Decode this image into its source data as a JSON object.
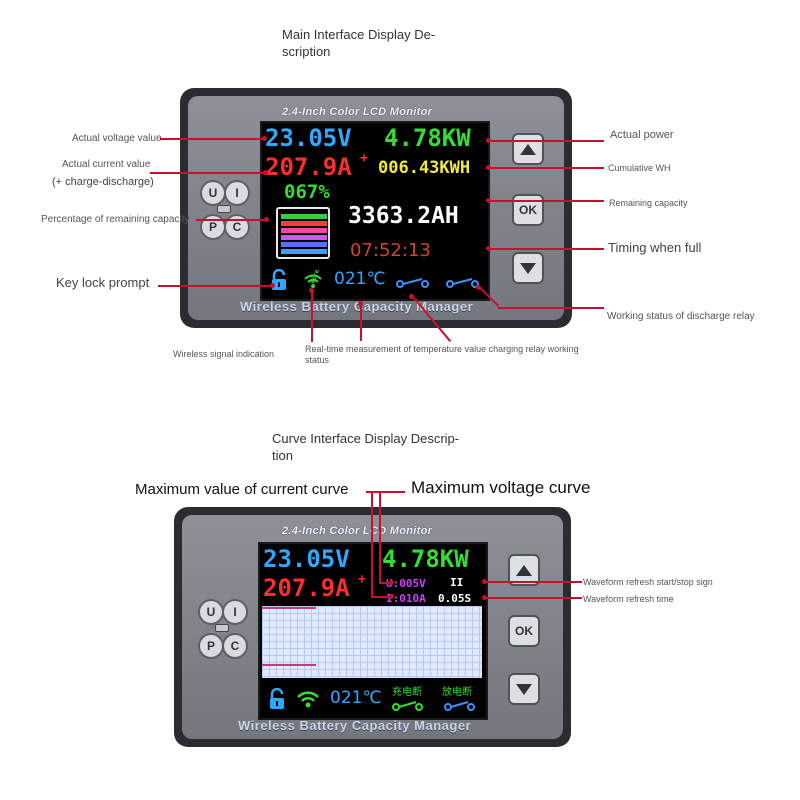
{
  "section1": {
    "title": "Main Interface Display Description",
    "title_line1": "Main Interface Display De-",
    "title_line2": "scription",
    "device": {
      "top_label": "2.4-Inch Color LCD Monitor",
      "bottom_label": "Wireless Battery Capacity Manager",
      "keys": [
        "U",
        "I",
        "P",
        "C"
      ],
      "buttons": {
        "ok": "OK"
      }
    },
    "screen": {
      "voltage": "23.05V",
      "power": "4.78KW",
      "current": "207.9A",
      "current_sign": "+",
      "energy": "006.43KWH",
      "percent": "067%",
      "capacity": "3363.2AH",
      "timer": "07:52:13",
      "temperature": "021℃",
      "wireless_text": "Wire"
    },
    "labels": {
      "actual_voltage": "Actual voltage value",
      "actual_current": "Actual current value",
      "charge_discharge": "(+ charge-discharge)",
      "percent_remaining": "Percentage of remaining capacity",
      "key_lock": "Key lock prompt",
      "actual_power": "Actual power",
      "cumulative_wh": "Cumulative WH",
      "remaining_capacity": "Remaining capacity",
      "timing_full": "Timing when full",
      "discharge_relay": "Working status of discharge relay",
      "wireless_signal": "Wireless signal indication",
      "temp_relay_line1": "Real-time measurement of temperature value charging relay working",
      "temp_relay_line2": "status"
    }
  },
  "section2": {
    "title": "Curve Interface Display Description",
    "title_line1": "Curve Interface Display Descrip-",
    "title_line2": "tion",
    "device": {
      "top_label": "2.4-Inch Color LCD Monitor",
      "bottom_label": "Wireless Battery Capacity Manager",
      "keys": [
        "U",
        "I",
        "P",
        "C"
      ],
      "buttons": {
        "ok": "OK"
      }
    },
    "screen": {
      "voltage": "23.05V",
      "power": "4.78KW",
      "current": "207.9A",
      "current_sign": "+",
      "u_max": "U:005V",
      "pause": "II",
      "i_max": "I:010A",
      "refresh": "0.05S",
      "temperature": "021℃",
      "charge_off": "充电断",
      "discharge_off": "放电断"
    },
    "labels": {
      "max_current_curve": "Maximum value of current curve",
      "max_voltage_curve": "Maximum voltage curve",
      "waveform_start_stop": "Waveform refresh start/stop sign",
      "waveform_time": "Waveform refresh time"
    }
  },
  "colors": {
    "voltage": "#2ea9ff",
    "power": "#33dd33",
    "current": "#ff2d2d",
    "energy": "#f2ea3a",
    "percent": "#33dd33",
    "capacity": "#ffffff",
    "timer": "#d0442c",
    "temperature": "#2ea9ff",
    "relay": "#3f8fff",
    "u_max": "#cc3cff",
    "i_max": "#cc3cff",
    "annotation_line": "#c8102e"
  },
  "icons": [
    "lock-open-icon",
    "wifi-icon",
    "relay-icon",
    "battery-icon",
    "triangle-up-icon",
    "triangle-down-icon"
  ]
}
